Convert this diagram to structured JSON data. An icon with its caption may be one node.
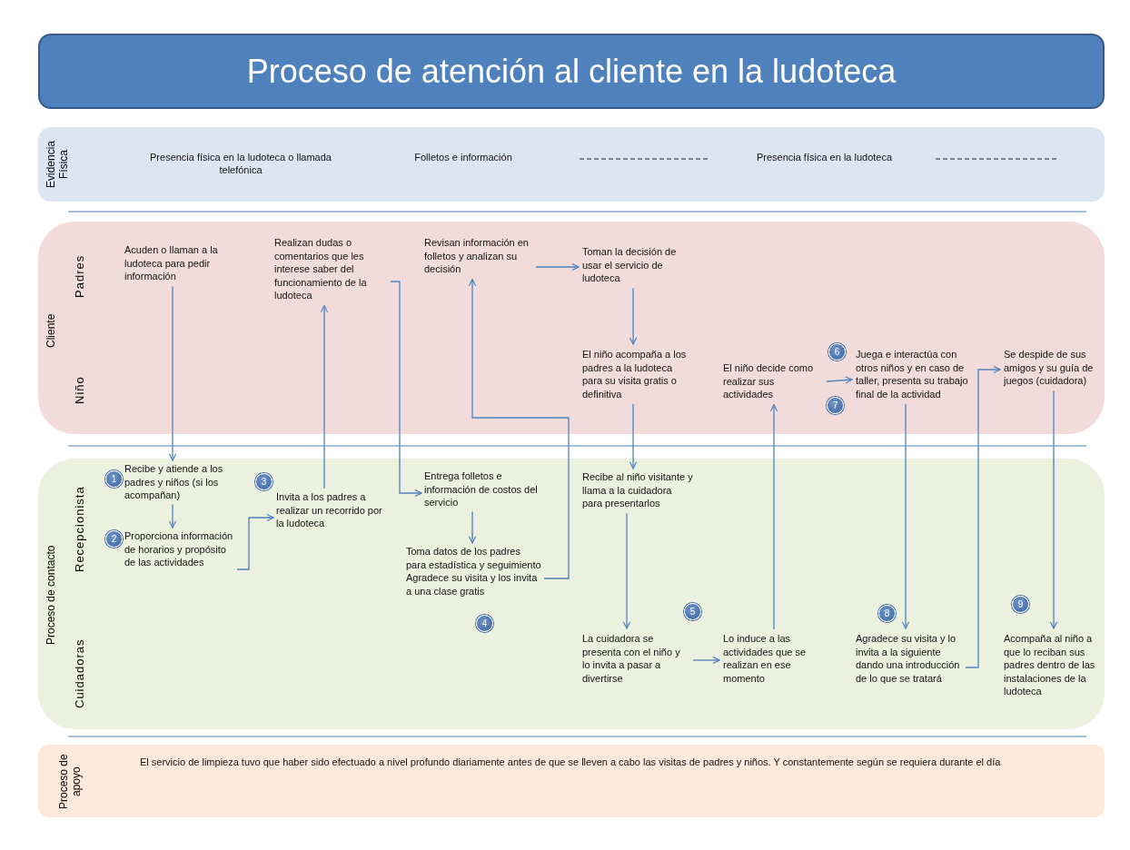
{
  "diagram": {
    "title": "Proceso de atención al cliente en la ludoteca",
    "nodes": [
      {
        "text": [
          "Evidencia Física"
        ]
      },
      {
        "text": [
          "Cliente"
        ]
      },
      {
        "text": [
          "Proceso de contacto"
        ]
      },
      {
        "text": [
          "Proceso de apoyo",
          "El servicio de limpieza tuvo que haber sido efectuado a nivel profundo diariamente antes de que se lleven a cabo las visitas de padres y niños. Y constantemente según se requiera durante el día"
        ]
      },
      {
        "text": [
          "Acuden o llaman a la ludoteca para pedir información"
        ],
        "in": 1
      },
      {
        "text": [
          "Realizan dudas o comentarios que les interese saber del funcionamiento de la ludoteca"
        ],
        "in": 1
      },
      {
        "text": [
          "Revisan información en folletos y analizan su decisión"
        ],
        "in": 1
      },
      {
        "text": [
          "Toman la decisión de usar el servicio de ludoteca"
        ],
        "in": 1
      },
      {
        "text": [
          "El niño acompaña a los padres a la ludoteca para su visita gratis o definitiva"
        ],
        "in": 1
      },
      {
        "text": [
          "El niño decide como realizar sus actividades"
        ],
        "in": 1
      },
      {
        "text": [
          "Juega e interactúa con otros niños y en caso de taller, presenta su trabajo final de la actividad"
        ],
        "in": 1
      },
      {
        "text": [
          "Se despide de sus amigos y su guía de juegos (cuidadora)"
        ],
        "in": 1
      },
      {
        "text": [
          "Recibe y atiende a los padres y niños (si los acompañan)"
        ],
        "in": 2
      },
      {
        "text": [
          "Proporciona información de horarios y propósito de las actividades"
        ],
        "in": 2
      },
      {
        "text": [
          "Invita a los padres a realizar un recorrido por la ludoteca"
        ],
        "in": 2
      },
      {
        "text": [
          "Entrega folletos e información de costos del servicio"
        ],
        "in": 2
      },
      {
        "text": [
          "Toma datos de los padres para estadística y seguimiento Agradece su visita y los invita a una clase gratis"
        ],
        "in": 2
      },
      {
        "text": [
          "Recibe al niño visitante y llama a la cuidadora para presentarlos"
        ],
        "in": 2
      },
      {
        "text": [
          "La cuidadora se presenta con el niño y lo invita a pasar a divertirse"
        ],
        "in": 2
      },
      {
        "text": [
          "Lo induce a las actividades que se realizan en ese momento"
        ],
        "in": 2
      },
      {
        "text": [
          "Agradece su visita y lo invita a la siguiente dando una introducción de lo que se tratará"
        ],
        "in": 2
      },
      {
        "text": [
          "Acompaña al niño a que lo reciban sus padres dentro de las instalaciones de la ludoteca"
        ],
        "in": 2
      },
      {
        "text": [
          "1"
        ],
        "in": 2
      },
      {
        "text": [
          "2"
        ],
        "in": 2
      },
      {
        "text": [
          "3"
        ],
        "in": 2
      },
      {
        "text": [
          "4"
        ],
        "in": 2
      },
      {
        "text": [
          "5"
        ],
        "in": 2
      },
      {
        "text": [
          "6"
        ],
        "in": 1
      },
      {
        "text": [
          "7"
        ],
        "in": 1
      },
      {
        "text": [
          "8"
        ],
        "in": 2
      },
      {
        "text": [
          "9"
        ],
        "in": 2
      }
    ],
    "edges": [
      {
        "from": 4,
        "to": 12,
        "arrow": "to"
      },
      {
        "from": 12,
        "to": 13,
        "arrow": "to"
      },
      {
        "from": 13,
        "to": 14,
        "arrow": "to"
      },
      {
        "from": 14,
        "to": 5,
        "arrow": "to"
      },
      {
        "from": 5,
        "to": 15,
        "arrow": "to"
      },
      {
        "from": 15,
        "to": 16,
        "arrow": "to"
      },
      {
        "from": 16,
        "to": 6,
        "arrow": "to"
      },
      {
        "from": 6,
        "to": 7,
        "arrow": "to"
      },
      {
        "from": 7,
        "to": 8,
        "arrow": "to"
      },
      {
        "from": 8,
        "to": 17,
        "arrow": "to"
      },
      {
        "from": 17,
        "to": 18,
        "arrow": "to"
      },
      {
        "from": 18,
        "to": 19,
        "arrow": "to"
      },
      {
        "from": 19,
        "to": 9,
        "arrow": "to"
      },
      {
        "from": 9,
        "to": 10,
        "arrow": "to"
      },
      {
        "from": 10,
        "to": 20,
        "arrow": "to"
      },
      {
        "from": 20,
        "to": 11,
        "arrow": "to"
      },
      {
        "from": 11,
        "to": 21,
        "arrow": "to"
      }
    ],
    "labels": [
      "Presencia física en la ludoteca o llamada telefónica",
      "Folletos e información",
      "Presencia física en la ludoteca",
      "Padres",
      "Niño",
      "Recepcionista",
      "Cuidadoras"
    ]
  }
}
